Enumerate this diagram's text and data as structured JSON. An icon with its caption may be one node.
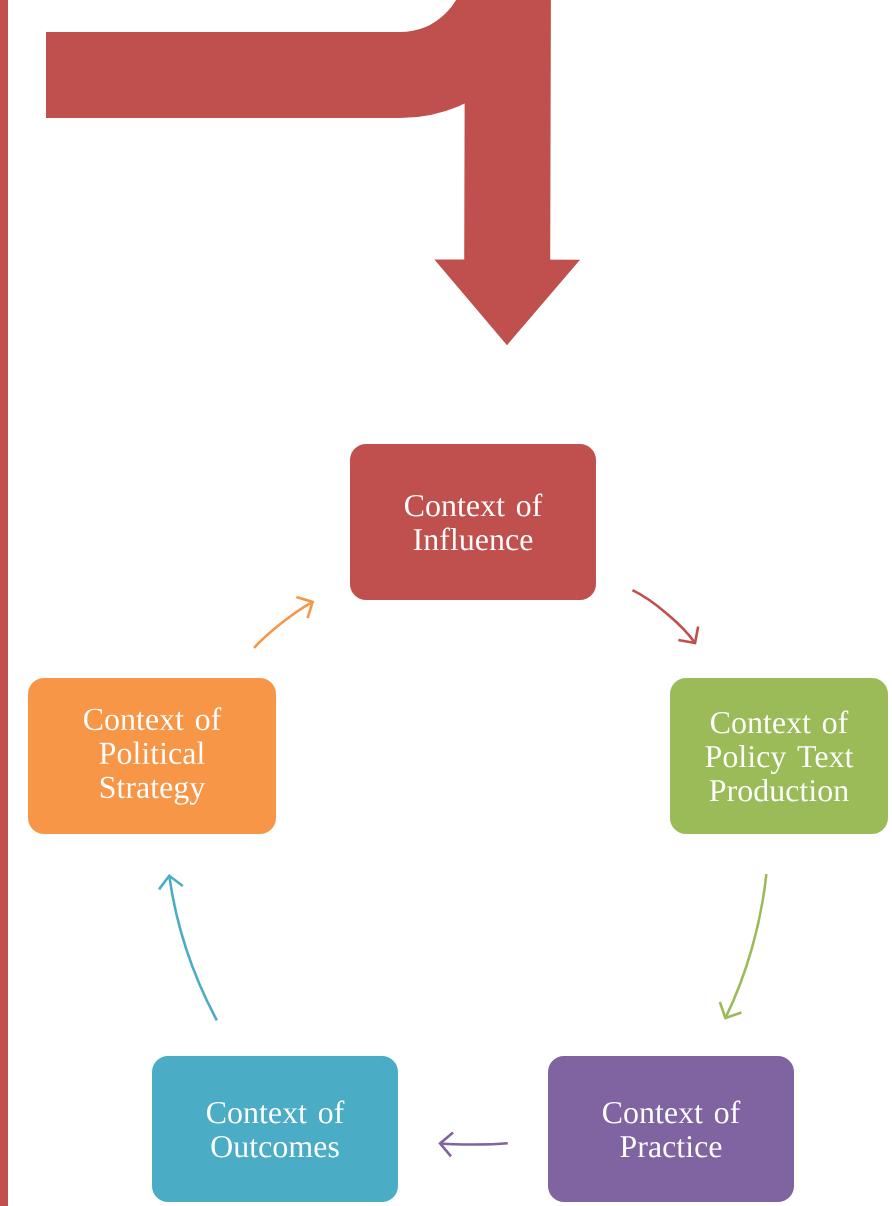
{
  "diagram": {
    "nodes": [
      {
        "text": [
          "Context of Influence"
        ]
      },
      {
        "text": [
          "Context of Policy Text Production"
        ]
      },
      {
        "text": [
          "Context of Practice"
        ]
      },
      {
        "text": [
          "Context of Outcomes"
        ]
      },
      {
        "text": [
          "Context of Political Strategy"
        ]
      }
    ],
    "edges": [
      {
        "from": null,
        "to": 0,
        "arrow": "to",
        "style": "thick",
        "color": "#c0504d"
      },
      {
        "from": 0,
        "to": 1,
        "arrow": "to",
        "color": "#c0504d"
      },
      {
        "from": 1,
        "to": 2,
        "arrow": "to",
        "color": "#9bbb59"
      },
      {
        "from": 2,
        "to": 3,
        "arrow": "to",
        "color": "#8064a2"
      },
      {
        "from": 3,
        "to": 4,
        "arrow": "to",
        "color": "#4bacc6"
      },
      {
        "from": 4,
        "to": 0,
        "arrow": "to",
        "color": "#f79646"
      }
    ]
  }
}
